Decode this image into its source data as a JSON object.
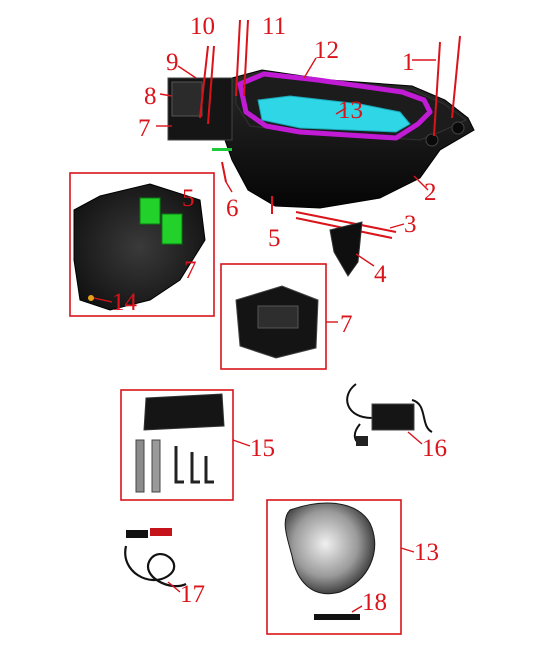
{
  "diagram": {
    "callouts": [
      {
        "id": "c1",
        "label": "1"
      },
      {
        "id": "c2",
        "label": "2"
      },
      {
        "id": "c3",
        "label": "3"
      },
      {
        "id": "c4",
        "label": "4"
      },
      {
        "id": "c5a",
        "label": "5"
      },
      {
        "id": "c5b",
        "label": "5"
      },
      {
        "id": "c6",
        "label": "6"
      },
      {
        "id": "c7a",
        "label": "7"
      },
      {
        "id": "c7b",
        "label": "7"
      },
      {
        "id": "c7c",
        "label": "7"
      },
      {
        "id": "c8",
        "label": "8"
      },
      {
        "id": "c9",
        "label": "9"
      },
      {
        "id": "c10",
        "label": "10"
      },
      {
        "id": "c11",
        "label": "11"
      },
      {
        "id": "c12",
        "label": "12"
      },
      {
        "id": "c13a",
        "label": "13"
      },
      {
        "id": "c13b",
        "label": "13"
      },
      {
        "id": "c14",
        "label": "14"
      },
      {
        "id": "c15",
        "label": "15"
      },
      {
        "id": "c16",
        "label": "16"
      },
      {
        "id": "c17",
        "label": "17"
      },
      {
        "id": "c18",
        "label": "18"
      }
    ],
    "colors": {
      "callout": "#d9141b",
      "tub": "#111111",
      "gasket": "#c21bd6",
      "mat": "#2fd6e6",
      "battery": "#22d12a",
      "frame": "#d9141b"
    }
  }
}
